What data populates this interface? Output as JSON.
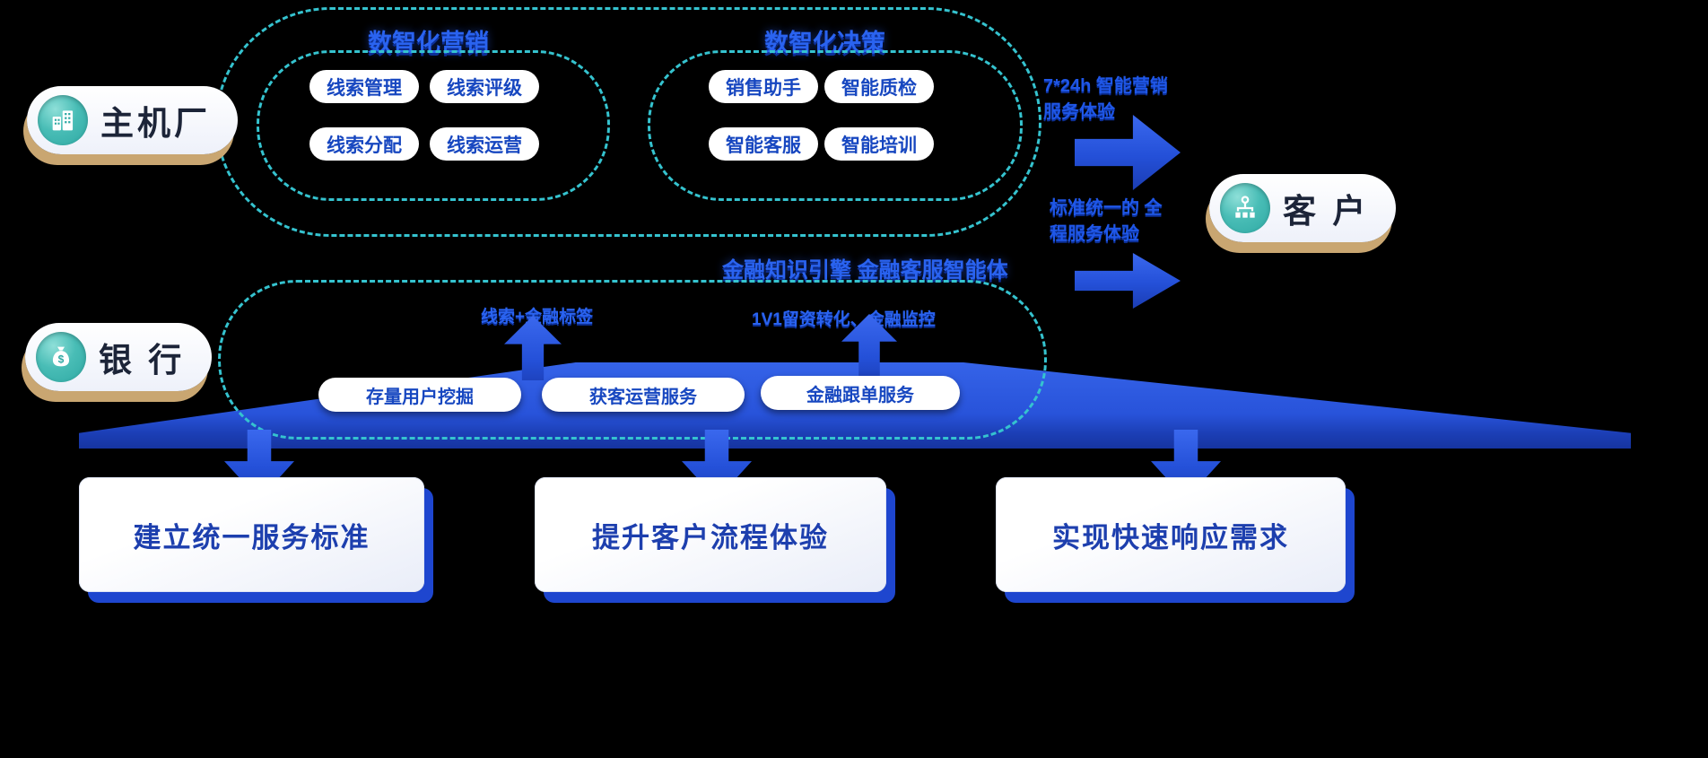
{
  "colors": {
    "background": "#000000",
    "dashed_border": "#35c3cf",
    "blue_text": "#1f57e8",
    "pill_text": "#1747c0",
    "arrow_blue": "#2450d8",
    "card_text": "#1d3fae",
    "badge_shadow": "#c9a671",
    "icon_teal": "#2fa9a4"
  },
  "badges": {
    "oem": {
      "label": "主机厂"
    },
    "bank": {
      "label": "银  行"
    },
    "customer": {
      "label": "客  户"
    }
  },
  "top_section": {
    "marketing": {
      "title": "数智化营销",
      "pills": [
        "线索管理",
        "线索评级",
        "线索分配",
        "线索运营"
      ]
    },
    "decision": {
      "title": "数智化决策",
      "pills": [
        "销售助手",
        "智能质检",
        "智能客服",
        "智能培训"
      ]
    }
  },
  "right_flows": {
    "flow1": "7*24h 智能营销 服务体验",
    "flow2": "标准统一的 全程服务体验"
  },
  "finance_section": {
    "title": "金融知识引擎 金融客服智能体",
    "note_left": "线索+金融标签",
    "note_right": "1V1留资转化、金融监控",
    "pills": [
      "存量用户挖掘",
      "获客运营服务",
      "金融跟单服务"
    ]
  },
  "bottom_cards": [
    "建立统一服务标准",
    "提升客户流程体验",
    "实现快速响应需求"
  ]
}
